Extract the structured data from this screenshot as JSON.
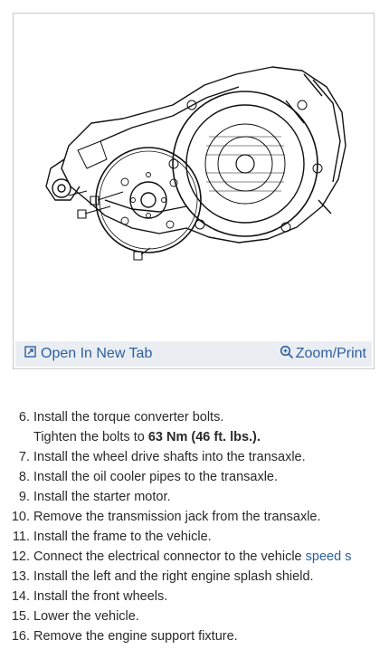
{
  "figure": {
    "open_tab_label": "Open In New Tab",
    "zoom_label": "Zoom/Print",
    "icons": [
      "open-tab-icon",
      "magnifier-icon"
    ],
    "accent_color": "#2d5f9e",
    "toolbar_bg": "#eaeef3"
  },
  "steps": [
    {
      "num": "6.",
      "text": "Install the torque converter bolts.",
      "sub_prefix": "Tighten the bolts to ",
      "sub_bold": "63 Nm (46 ft. lbs.)."
    },
    {
      "num": "7.",
      "text": "Install the wheel drive shafts into the transaxle."
    },
    {
      "num": "8.",
      "text": "Install the oil cooler pipes to the transaxle."
    },
    {
      "num": "9.",
      "text": "Install the starter motor."
    },
    {
      "num": "10.",
      "text": "Remove the transmission jack from the transaxle."
    },
    {
      "num": "11.",
      "text": "Install the frame to the vehicle."
    },
    {
      "num": "12.",
      "text": "Connect the electrical connector to the vehicle ",
      "link": "speed s"
    },
    {
      "num": "13.",
      "text": "Install the left and the right engine splash shield."
    },
    {
      "num": "14.",
      "text": "Install the front wheels."
    },
    {
      "num": "15.",
      "text": "Lower the vehicle."
    },
    {
      "num": "16.",
      "text": "Remove the engine support fixture."
    }
  ]
}
